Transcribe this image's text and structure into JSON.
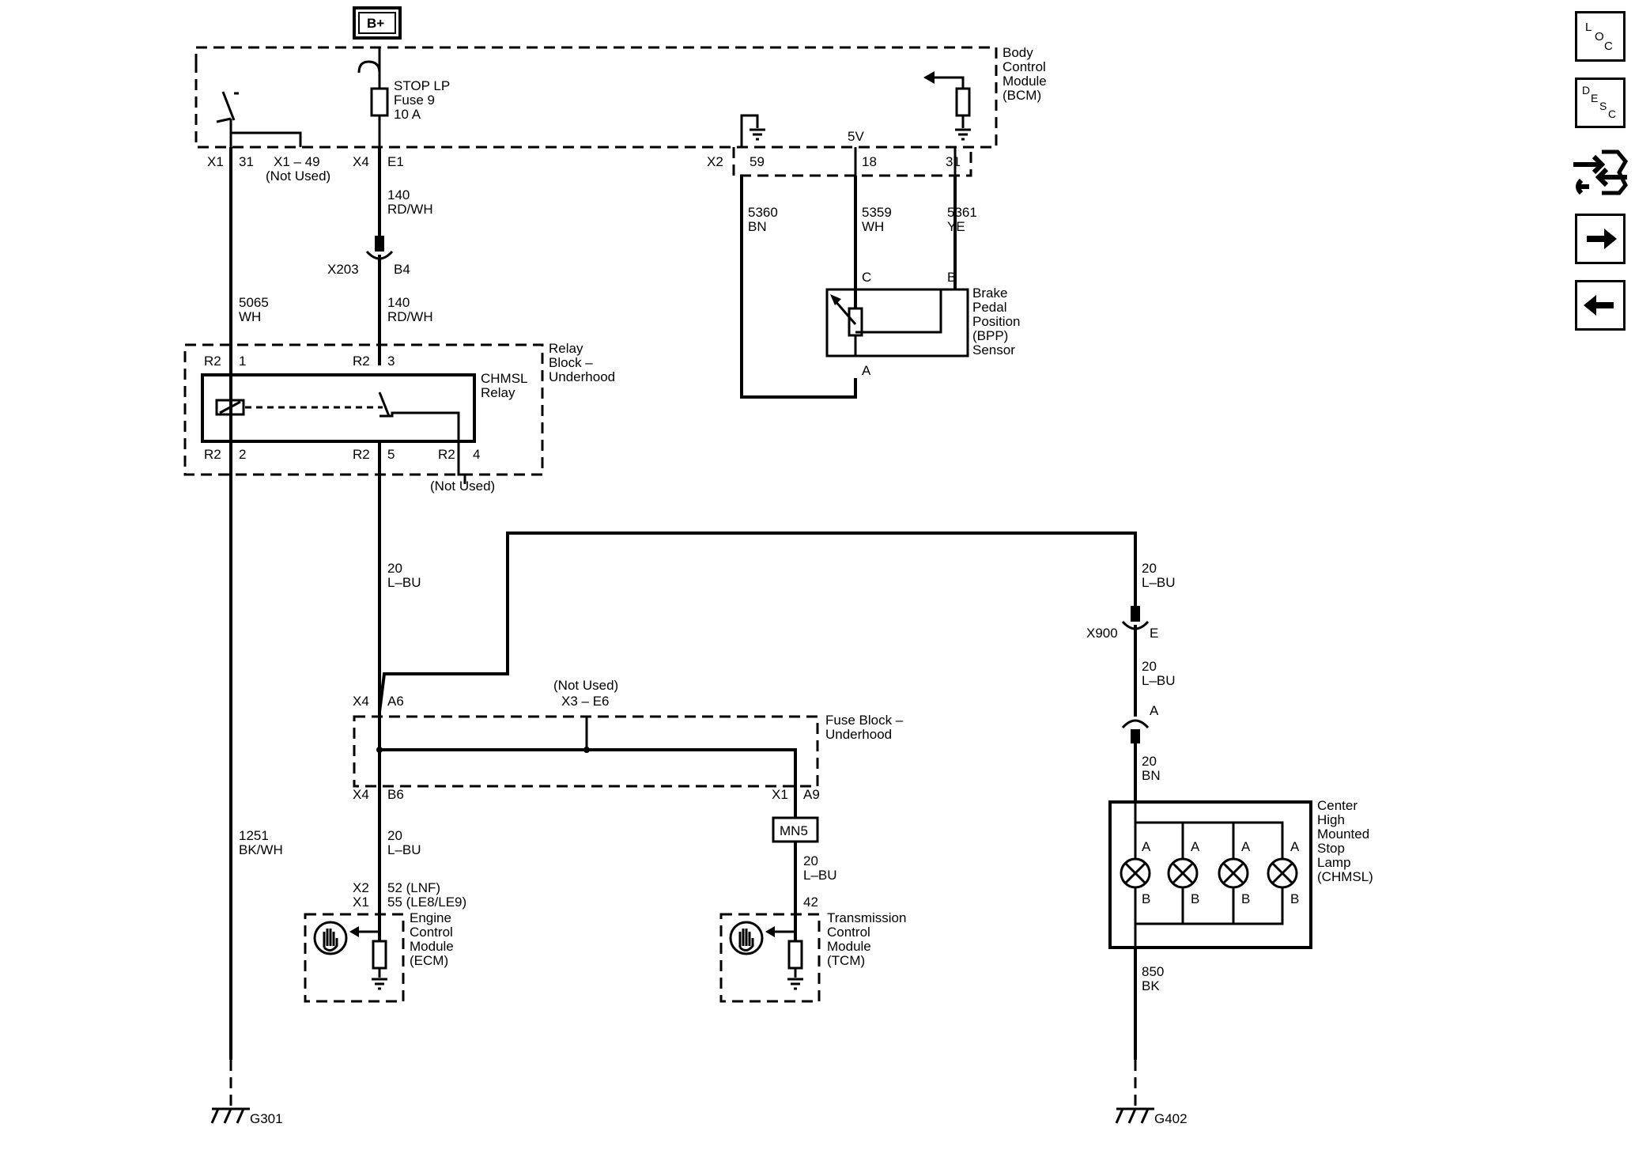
{
  "sidebar": {
    "loc_label": [
      "L",
      "O",
      "C"
    ],
    "desc_label": [
      "D",
      "E",
      "S",
      "C"
    ],
    "connector_icon": "connector-icon",
    "next_icon": "arrow-right-icon",
    "prev_icon": "arrow-left-icon"
  },
  "bcm": {
    "power": "B+",
    "name": [
      "Body",
      "Control",
      "Module",
      "(BCM)"
    ],
    "fuse": [
      "STOP LP",
      "Fuse 9",
      "10 A"
    ],
    "x1": "X1",
    "pin31": "31",
    "x1_49": "X1 – 49",
    "not_used": "(Not Used)",
    "x4": "X4",
    "e1": "E1",
    "x2": "X2",
    "p59": "59",
    "p18": "18",
    "p31b": "31",
    "v5": "5V"
  },
  "wires": {
    "w140a": [
      "140",
      "RD/WH"
    ],
    "x203": "X203",
    "b4": "B4",
    "w140b": [
      "140",
      "RD/WH"
    ],
    "w5065": [
      "5065",
      "WH"
    ],
    "w5360": [
      "5360",
      "BN"
    ],
    "w5359": [
      "5359",
      "WH"
    ],
    "w5361": [
      "5361",
      "YE"
    ],
    "w20a": [
      "20",
      "L–BU"
    ],
    "w20b": [
      "20",
      "L–BU"
    ],
    "w20c": [
      "20",
      "L–BU"
    ],
    "w20d": [
      "20",
      "L–BU"
    ],
    "w20e": [
      "20",
      "L–BU"
    ],
    "w20bn": [
      "20",
      "BN"
    ],
    "w1251": [
      "1251",
      "BK/WH"
    ],
    "w850": [
      "850",
      "BK"
    ]
  },
  "relay": {
    "block": [
      "Relay",
      "Block –",
      "Underhood"
    ],
    "name": [
      "CHMSL",
      "Relay"
    ],
    "r2": "R2",
    "p1": "1",
    "p3": "3",
    "p2": "2",
    "p5": "5",
    "p4": "4",
    "not_used": "(Not Used)"
  },
  "bpp": {
    "name": [
      "Brake",
      "Pedal",
      "Position",
      "(BPP)",
      "Sensor"
    ],
    "c": "C",
    "b": "B",
    "a": "A"
  },
  "fuseblock": {
    "name": [
      "Fuse Block –",
      "Underhood"
    ],
    "x4a": "X4",
    "a6": "A6",
    "not_used": "(Not Used)",
    "x3e6": "X3 – E6",
    "x4b": "X4",
    "b6": "B6",
    "x1": "X1",
    "a9": "A9",
    "mn5": "MN5"
  },
  "ecm": {
    "x2": "X2",
    "p52": "52 (LNF)",
    "x1": "X1",
    "p55": "55 (LE8/LE9)",
    "name": [
      "Engine",
      "Control",
      "Module",
      "(ECM)"
    ]
  },
  "tcm": {
    "p42": "42",
    "name": [
      "Transmission",
      "Control",
      "Module",
      "(TCM)"
    ]
  },
  "chmsl": {
    "x900": "X900",
    "e": "E",
    "a": "A",
    "name": [
      "Center",
      "High",
      "Mounted",
      "Stop",
      "Lamp",
      "(CHMSL)"
    ],
    "lampA": "A",
    "lampB": "B"
  },
  "grounds": {
    "g301": "G301",
    "g402": "G402"
  }
}
